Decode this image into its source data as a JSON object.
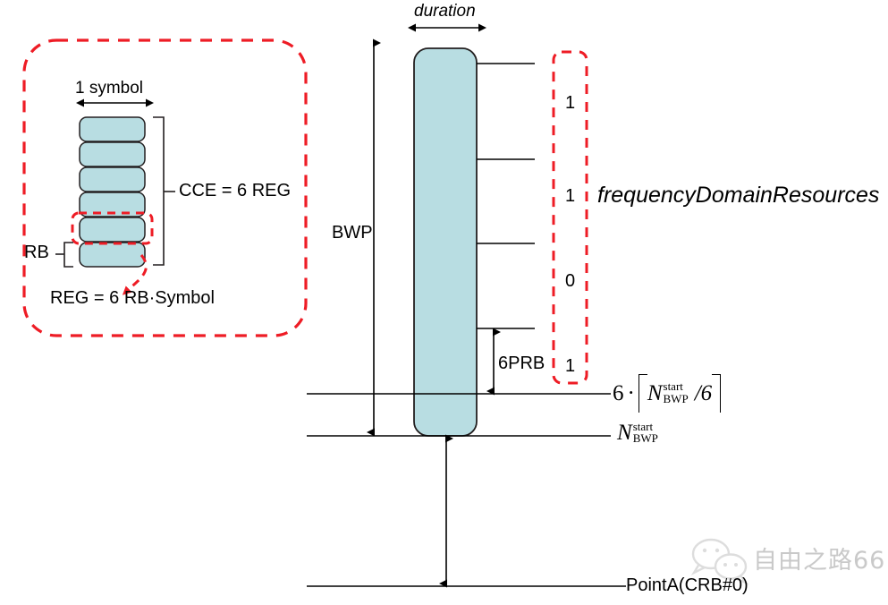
{
  "figure": {
    "title_hidden": "CORESET frequencyDomainResources and BWP start illustration",
    "colors": {
      "block_fill": "#b8dde2",
      "block_stroke": "#231f20",
      "dashed_red": "#ee1c25",
      "line": "#000000",
      "watermark": "#c9c9c9",
      "background": "#ffffff"
    }
  },
  "inset": {
    "name": "CCE / REG structure",
    "symbol_label": "1 symbol",
    "cce_label": "CCE = 6 REG",
    "rb_label": "RB",
    "reg_label": "REG = 6 RB·Symbol",
    "block_count": 6,
    "highlighted_block_index": 5
  },
  "main": {
    "duration_label": "duration",
    "bwp_label": "BWP",
    "prb_label": "6PRB",
    "frequency_label": "frequencyDomainResources",
    "pointa_label": "PointA(CRB#0)",
    "bitmap": [
      "1",
      "1",
      "0",
      "1"
    ],
    "formula_ceil": {
      "coefficient": "6",
      "dot": "·",
      "variable": "N",
      "superscript": "start",
      "subscript": "BWP",
      "divisor": "/6"
    },
    "formula_start": {
      "variable": "N",
      "superscript": "start",
      "subscript": "BWP"
    }
  },
  "watermark": {
    "text": "自由之路66",
    "icon": "wechat-icon"
  }
}
